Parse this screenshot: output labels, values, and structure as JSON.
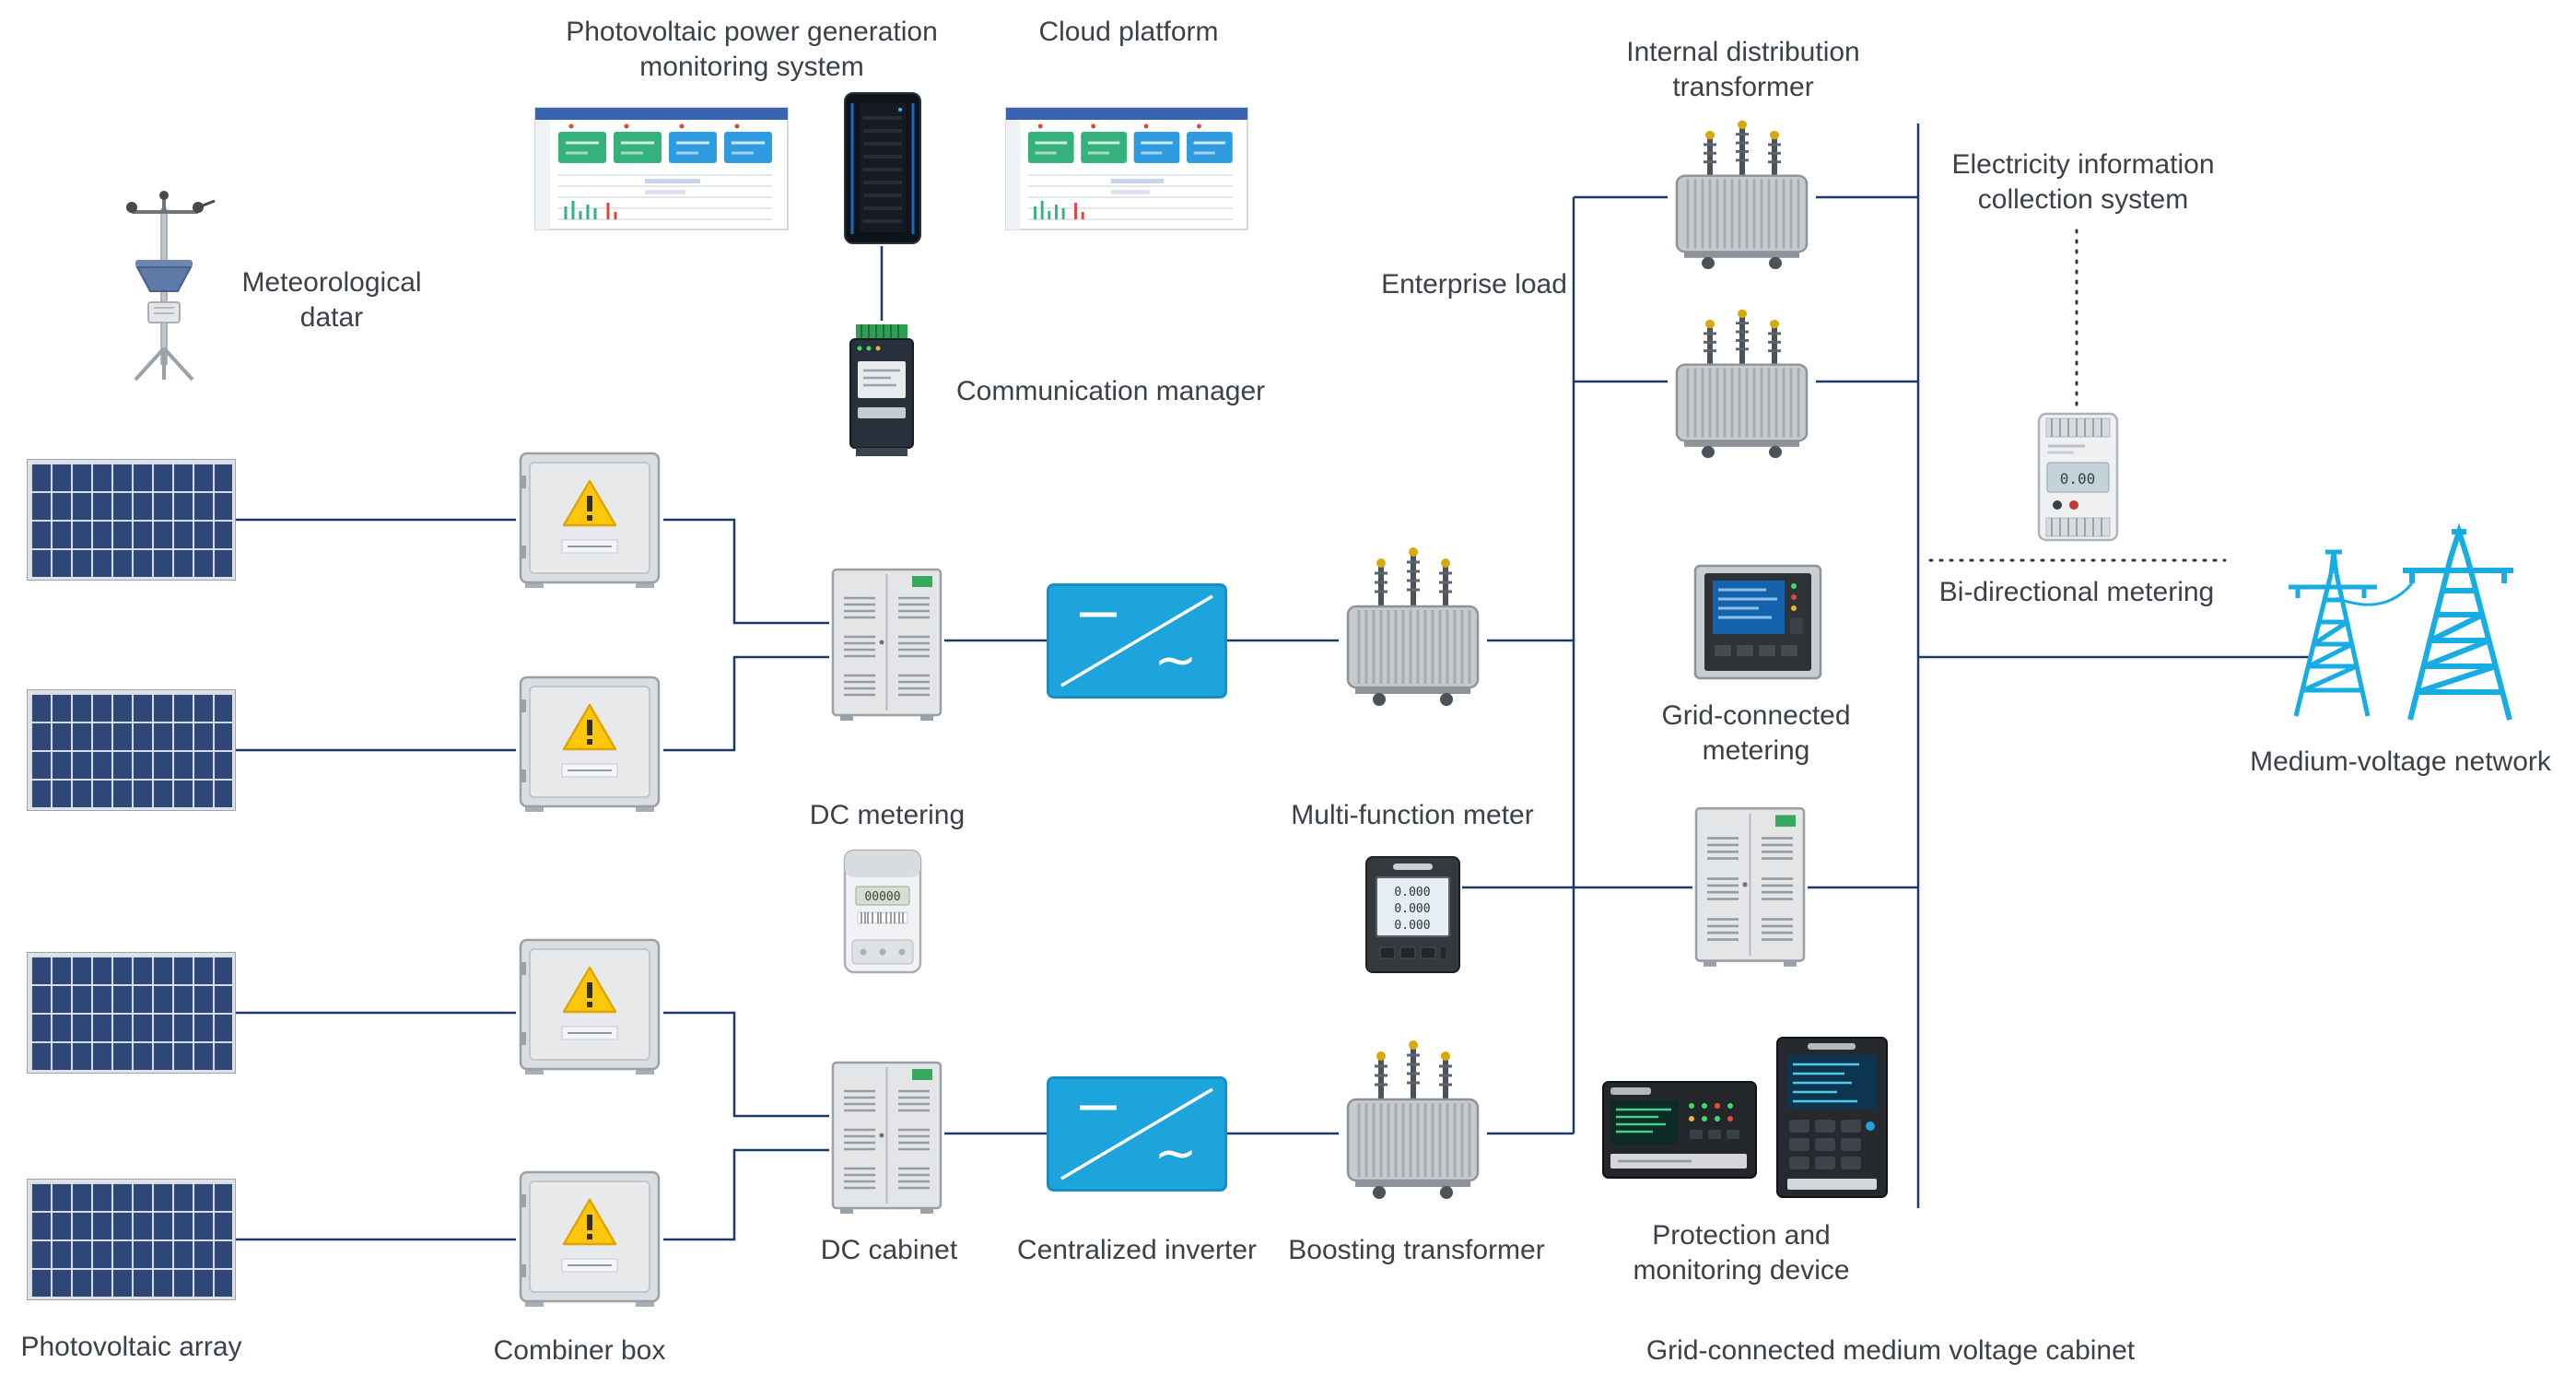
{
  "diagram": {
    "labels": {
      "monitoring_system": [
        "Photovoltaic power generation",
        "monitoring system"
      ],
      "cloud_platform": [
        "Cloud platform"
      ],
      "communication_manager": [
        "Communication manager"
      ],
      "meteorological_station": [
        "Meteorological",
        "datar"
      ],
      "photovoltaic_array": [
        "Photovoltaic array"
      ],
      "combiner_box": [
        "Combiner box"
      ],
      "dc_metering": [
        "DC metering"
      ],
      "dc_cabinet": [
        "DC cabinet"
      ],
      "centralized_inverter": [
        "Centralized inverter"
      ],
      "boosting_transformer": [
        "Boosting transformer"
      ],
      "multi_function_meter": [
        "Multi-function meter"
      ],
      "enterprise_load": [
        "Enterprise load"
      ],
      "internal_distribution_transformer": [
        "Internal distribution",
        "transformer"
      ],
      "electricity_information_collection_system": [
        "Electricity information",
        "collection system"
      ],
      "bi_directional_metering": [
        "Bi-directional metering"
      ],
      "grid_connected_metering": [
        "Grid-connected",
        "metering"
      ],
      "protection_and_monitoring_device": [
        "Protection and",
        "monitoring device"
      ],
      "grid_connected_medium_voltage_cabinet": [
        "Grid-connected medium voltage cabinet"
      ],
      "medium_voltage_network": [
        "Medium-voltage network"
      ]
    },
    "devices": {
      "ac_symbol": "~",
      "dc_meter_display": "00000",
      "mf_meter_display": [
        "0.000",
        "0.000",
        "0.000"
      ],
      "bi_meter_display": "0.00"
    },
    "colors": {
      "connection_line": "#1b3a69",
      "inverter_cyan": "#1da4dd",
      "network_cyan": "#17ade4",
      "solar_panel_blue": "#2e4777",
      "warning_yellow": "#ffc60b",
      "label_text": "#3a4148"
    }
  }
}
